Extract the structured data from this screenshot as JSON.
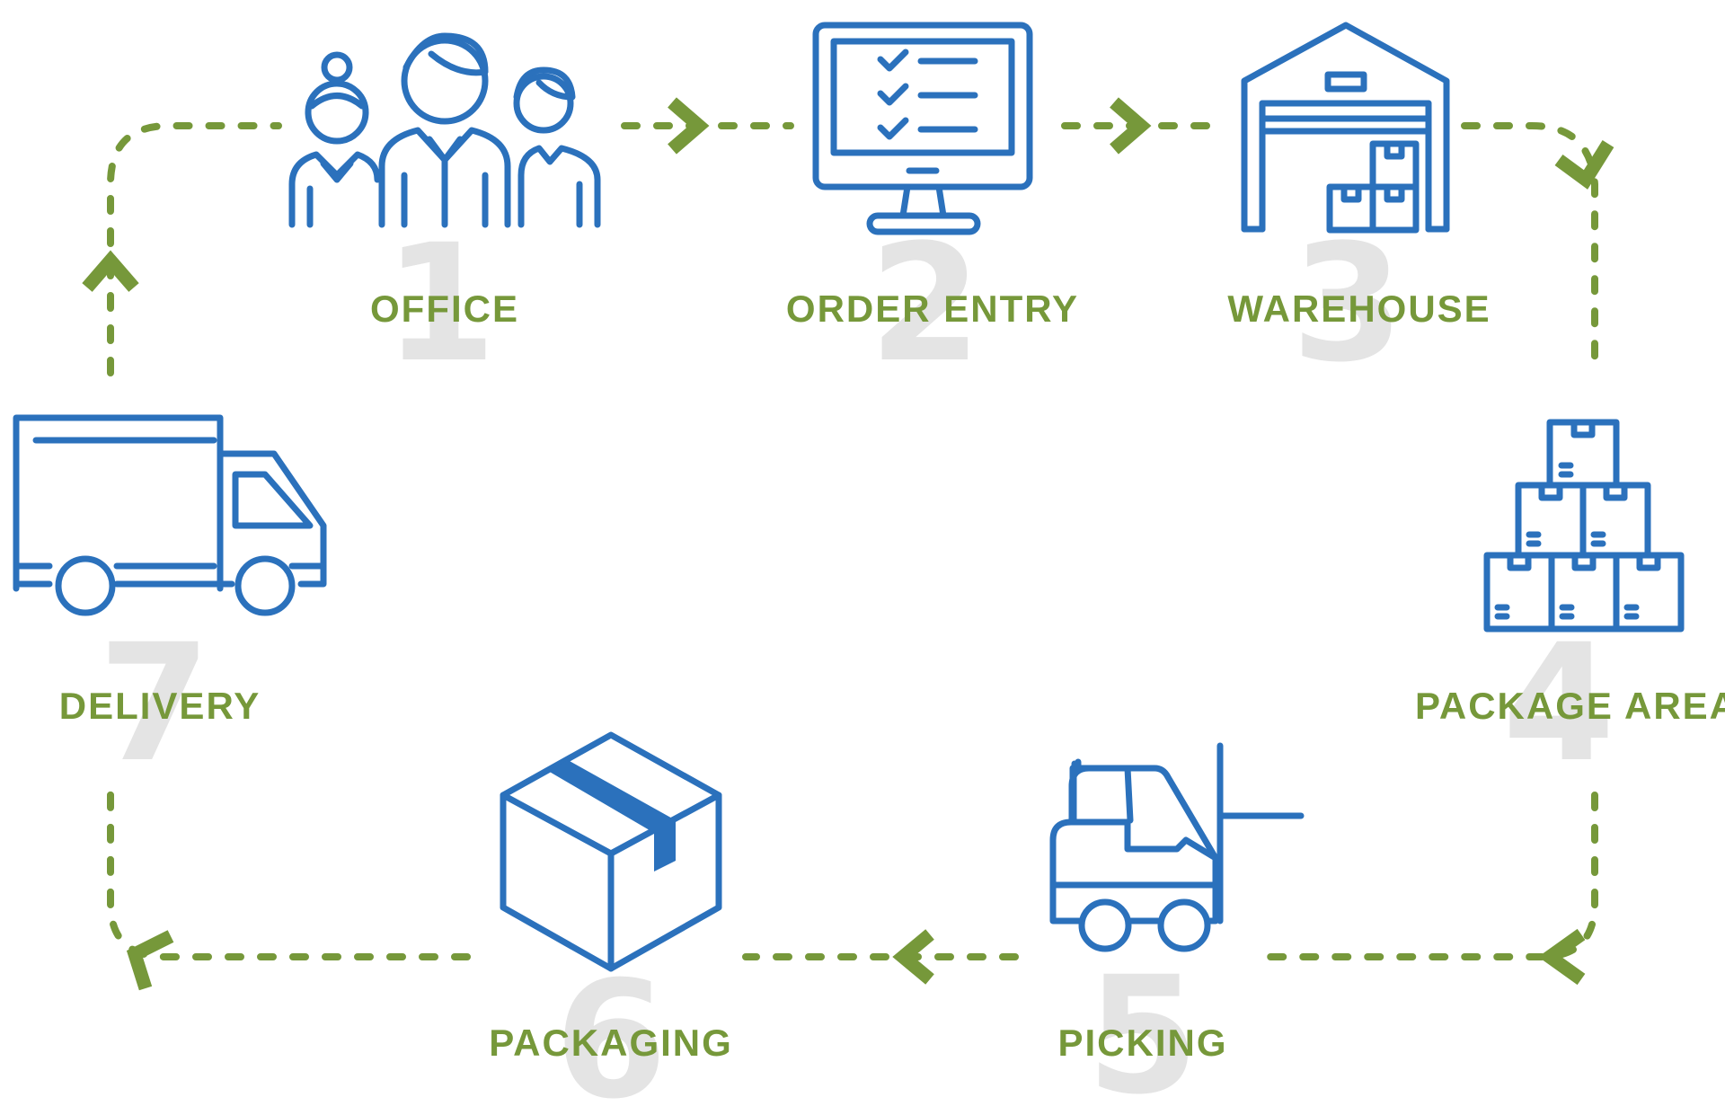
{
  "colors": {
    "icon": "#2b71bc",
    "accent": "#76983a",
    "step_number": "#e4e4e4",
    "background": "#ffffff"
  },
  "steps": [
    {
      "number": "1",
      "label": "OFFICE",
      "icon": "people-icon"
    },
    {
      "number": "2",
      "label": "ORDER ENTRY",
      "icon": "computer-checklist-icon"
    },
    {
      "number": "3",
      "label": "WAREHOUSE",
      "icon": "warehouse-icon"
    },
    {
      "number": "4",
      "label": "PACKAGE AREA",
      "icon": "stacked-boxes-icon"
    },
    {
      "number": "5",
      "label": "PICKING",
      "icon": "forklift-icon"
    },
    {
      "number": "6",
      "label": "PACKAGING",
      "icon": "sealed-box-icon"
    },
    {
      "number": "7",
      "label": "DELIVERY",
      "icon": "delivery-truck-icon"
    }
  ]
}
